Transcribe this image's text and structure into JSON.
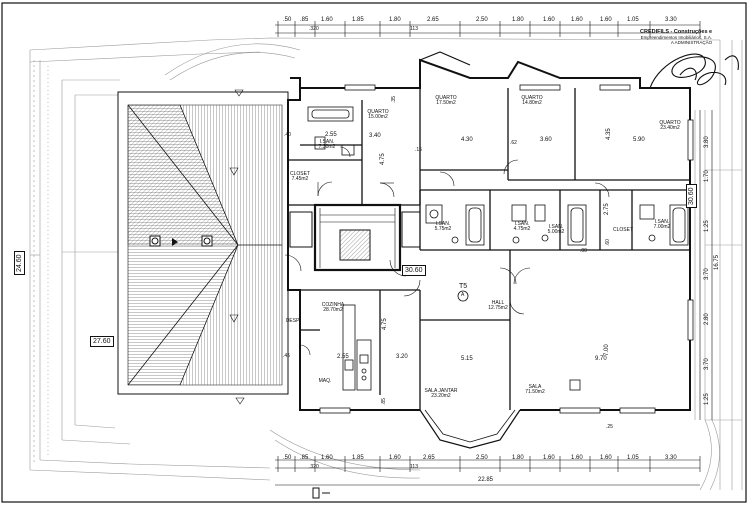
{
  "company": {
    "line1": "CREDIFILS - Construções e",
    "line2": "Empreendimentos Imobiliários, S.A.",
    "line3": "A ADMINISTRAÇÃO"
  },
  "unit": {
    "type": "T5",
    "marker": "A"
  },
  "rooms": {
    "quarto_a": {
      "name": "QUARTO",
      "area": "15.00m2"
    },
    "quarto_b": {
      "name": "QUARTO",
      "area": "17.50m2"
    },
    "quarto_c": {
      "name": "QUARTO",
      "area": "14.80m2"
    },
    "quarto_d": {
      "name": "QUARTO",
      "area": "23.40m2"
    },
    "isan_a": {
      "name": "I.SAN.",
      "area": "7.30m2"
    },
    "closet_a": {
      "name": "CLOSET",
      "area": "7.45m2"
    },
    "isan_b": {
      "name": "I.SAN.",
      "area": "5.75m2"
    },
    "isan_c": {
      "name": "I.SAN.",
      "area": "4.75m2"
    },
    "isan_d": {
      "name": "I.SAN.",
      "area": "5.00m2"
    },
    "isan_e": {
      "name": "I.SAN.",
      "area": "7.00m2"
    },
    "closet_b": {
      "name": "CLOSET"
    },
    "cozinha": {
      "name": "COZINHA",
      "area": "28.70m2"
    },
    "hall": {
      "name": "HALL",
      "area": "12.75m2"
    },
    "sala_jantar": {
      "name": "SALA JANTAR",
      "area": "23.20m2"
    },
    "sala": {
      "name": "SALA",
      "area": "71.50m2"
    },
    "desp": {
      "name": "DESP."
    },
    "maq": {
      "name": "MAQ."
    }
  },
  "levels": {
    "roof_left": "24.60",
    "roof_lower": "27.60",
    "core": "30.60",
    "right": "30.60"
  },
  "top_dims": [
    ".50",
    ".85",
    "1.60",
    "1.85",
    "1.80",
    "2.65",
    "2.50",
    "1.80",
    "1.60",
    "1.60",
    "1.60",
    "1.05",
    "3.30"
  ],
  "top_sub": [
    ".320",
    "113"
  ],
  "bottom_dims": [
    ".50",
    ".85",
    "1.60",
    "1.85",
    "1.60",
    "2.65",
    "2.50",
    "1.80",
    "1.60",
    "1.60",
    "1.60",
    "1.05",
    "3.30"
  ],
  "bottom_sub": [
    ".320",
    "113"
  ],
  "bottom_total": "22.85",
  "interior_dims": {
    "d255a": "2.55",
    "d340": "3.40",
    "d430": "4.30",
    "d360": "3.60",
    "d590": "5.90",
    "d475a": "4.75",
    "d435": "4.35",
    "d475b": "4.75",
    "d320": "3.20",
    "d255b": "2.55",
    "d515": "5.15",
    "d970": "9.70",
    "d700": "7.00",
    "d275": "2.75",
    "d25": ".25",
    "d15": ".15",
    "d62": ".62",
    "d35": ".35",
    "d40": ".40",
    "d45": ".45",
    "d85": ".85",
    "d60": ".60",
    "d00": ".00"
  },
  "right_dims": [
    "3.80",
    "1.70",
    "1.25",
    "16.75",
    "2.80",
    "3.70",
    "3.70",
    "1.25"
  ]
}
